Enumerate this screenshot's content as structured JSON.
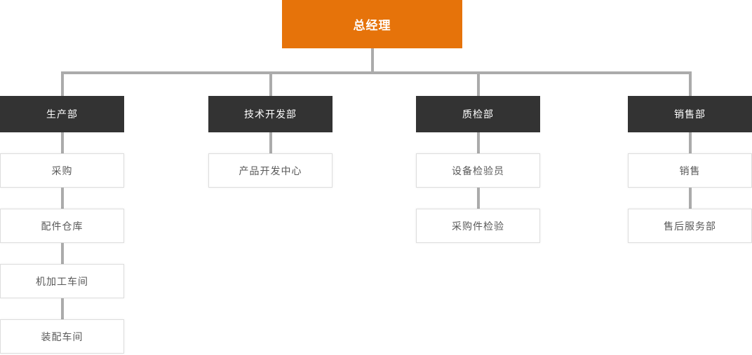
{
  "chart": {
    "type": "org-chart",
    "root": {
      "label": "总经理"
    },
    "columns": [
      {
        "department": {
          "label": "生产部"
        },
        "children": [
          {
            "label": "采购"
          },
          {
            "label": "配件仓库"
          },
          {
            "label": "机加工车间"
          },
          {
            "label": "装配车间"
          }
        ]
      },
      {
        "department": {
          "label": "技术开发部"
        },
        "children": [
          {
            "label": "产品开发中心"
          }
        ]
      },
      {
        "department": {
          "label": "质检部"
        },
        "children": [
          {
            "label": "设备检验员"
          },
          {
            "label": "采购件检验"
          }
        ]
      },
      {
        "department": {
          "label": "销售部"
        },
        "children": [
          {
            "label": "销售"
          },
          {
            "label": "售后服务部"
          }
        ]
      }
    ],
    "colors": {
      "canvas_bg": "#ffffff",
      "root_bg": "#e6730a",
      "root_text": "#ffffff",
      "dept_bg": "#333333",
      "dept_text": "#ffffff",
      "connector": "#ababab",
      "child_border": "#dddddd",
      "child_bg": "#ffffff",
      "child_text": "#595959"
    }
  }
}
